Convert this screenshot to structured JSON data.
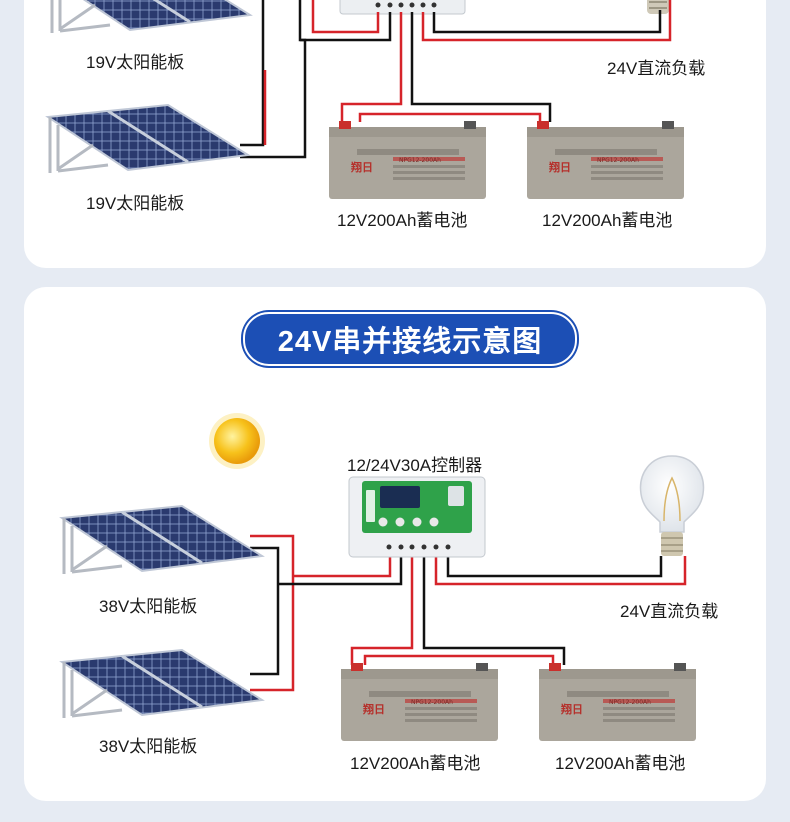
{
  "top_section": {
    "panel_label_1": "19V太阳能板",
    "panel_label_2": "19V太阳能板",
    "load_label": "24V直流负载",
    "battery_label_1": "12V200Ah蓄电池",
    "battery_label_2": "12V200Ah蓄电池"
  },
  "bottom_section": {
    "title": "24V串并接线示意图",
    "controller_label": "12/24V30A控制器",
    "panel_label_1": "38V太阳能板",
    "panel_label_2": "38V太阳能板",
    "load_label": "24V直流负载",
    "battery_label_1": "12V200Ah蓄电池",
    "battery_label_2": "12V200Ah蓄电池"
  },
  "battery_brand": "翔日",
  "battery_model": "NPG12-200Ah",
  "colors": {
    "page_bg": "#e6ebf3",
    "card_bg": "#ffffff",
    "title_bg": "#1c4fb5",
    "wire_red": "#d6242a",
    "wire_black": "#111111",
    "battery_body": "#a9a49b",
    "panel_cell": "#25325c",
    "controller_green": "#2fa24a"
  },
  "icons": [
    "sun-icon",
    "solar-panel-icon",
    "controller-icon",
    "light-bulb-icon",
    "battery-icon"
  ]
}
